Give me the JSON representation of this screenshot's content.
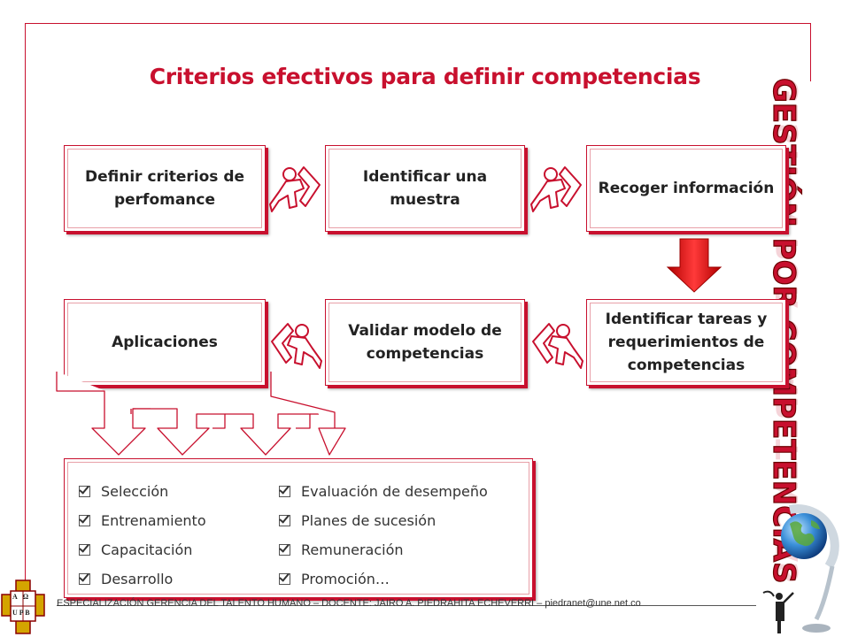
{
  "title": "Criterios efectivos para definir competencias",
  "side_title": "GESTIÓN POR COMPETENCIAS",
  "boxes": {
    "b1": "Definir criterios de perfomance",
    "b2": "Identificar una muestra",
    "b3": "Recoger información",
    "b4": "Aplicaciones",
    "b5": "Validar modelo de competencias",
    "b6": "Identificar tareas y requerimientos de competencias"
  },
  "list_left": [
    "Selección",
    "Entrenamiento",
    "Capacitación",
    "Desarrollo"
  ],
  "list_right": [
    "Evaluación de desempeño",
    "Planes de sucesión",
    "Remuneración",
    "Promoción…"
  ],
  "footer": "ESPECIALIZACIÓN GERENCIA DEL TALENTO HUMANO – DOCENTE: JAIRO A. PIEDRAHITA ECHEVERRI – piedranet@une.net.co",
  "logo": {
    "letters": [
      "A",
      "Ω",
      "U",
      "P",
      "B"
    ]
  },
  "colors": {
    "accent": "#c8102e",
    "arrow": "#e02020"
  }
}
